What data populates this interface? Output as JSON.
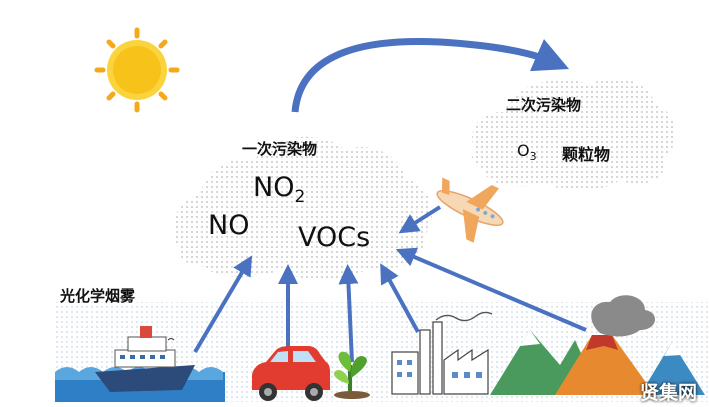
{
  "title": "光化学烟雾",
  "primary": {
    "label": "一次污染物",
    "items": [
      "NO",
      "NO",
      "VOCs"
    ],
    "no2_sub": "2"
  },
  "secondary": {
    "label": "二次污染物",
    "ozone": "O",
    "ozone_sub": "3",
    "particles": "颗粒物"
  },
  "watermark": "贤集网",
  "colors": {
    "arrow": "#4a72c0",
    "sun": "#f7c21a",
    "cloud_dot": "#b8b8b8",
    "ground_dot": "#c8d7e6"
  },
  "icons": [
    "sun-icon",
    "airplane-icon",
    "ship-icon",
    "car-icon",
    "plant-icon",
    "factory-icon",
    "volcano-icon",
    "mountain-icon"
  ]
}
